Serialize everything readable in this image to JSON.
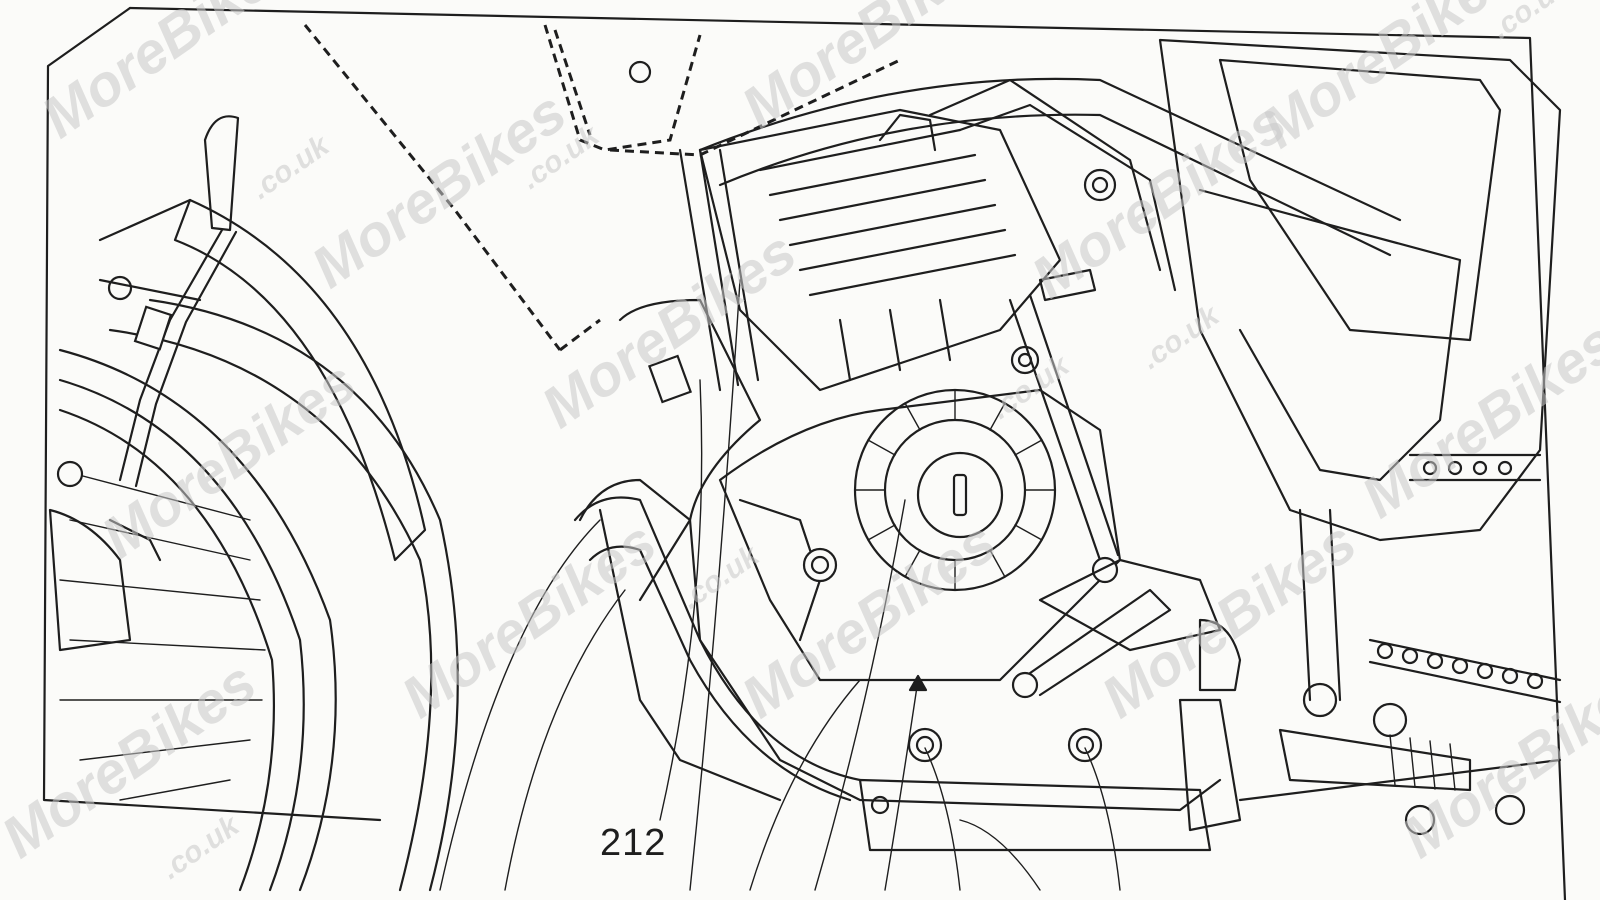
{
  "figure": {
    "reference_number": "212",
    "watermark_text": "MoreBikes",
    "watermark_domain": ".co.uk",
    "line_color": "#1e1e1e",
    "background_color": "#fbfbf9"
  }
}
